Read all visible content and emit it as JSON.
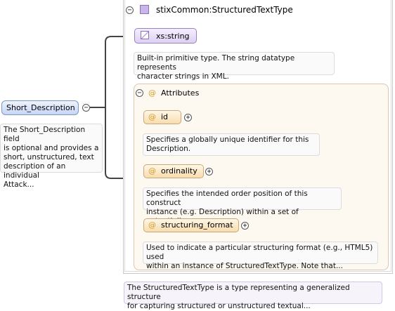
{
  "complex_type": {
    "name": "stixCommon:StructuredTextType",
    "description": "The StructuredTextType is a type representing a generalized structure for capturing structured or unstructured textual...",
    "description_line1": "The StructuredTextType is a type representing a generalized structure",
    "description_line2": "for capturing structured or unstructured textual..."
  },
  "element": {
    "name": "Short_Description",
    "doc_lines": [
      "The Short_Description field",
      "is optional and provides a",
      "short, unstructured, text",
      "description of an individual",
      "Attack..."
    ]
  },
  "base": {
    "name": "xs:string",
    "doc_line1": "Built-in primitive type. The string datatype represents",
    "doc_line2": "character strings in XML."
  },
  "attributes_group": {
    "title": "Attributes",
    "items": [
      {
        "name": "id",
        "doc_line1": "Specifies a globally unique identifier for this",
        "doc_line2": "Description."
      },
      {
        "name": "ordinality",
        "doc_line1": "Specifies the intended order position of this construct",
        "doc_line2": "instance (e.g. Description) within a set of potentially..."
      },
      {
        "name": "structuring_format",
        "doc_line1": "Used to indicate a particular structuring format (e.g., HTML5) used",
        "doc_line2": "within an instance of StructuredTextType. Note that..."
      }
    ]
  },
  "glyphs": {
    "collapse": "−",
    "expand": "+",
    "attribute_marker": "@"
  },
  "colors": {
    "element_border": "#7a98c4",
    "attribute_border": "#c9a979",
    "type_border": "#9d7fc6",
    "connector": "#444444"
  }
}
